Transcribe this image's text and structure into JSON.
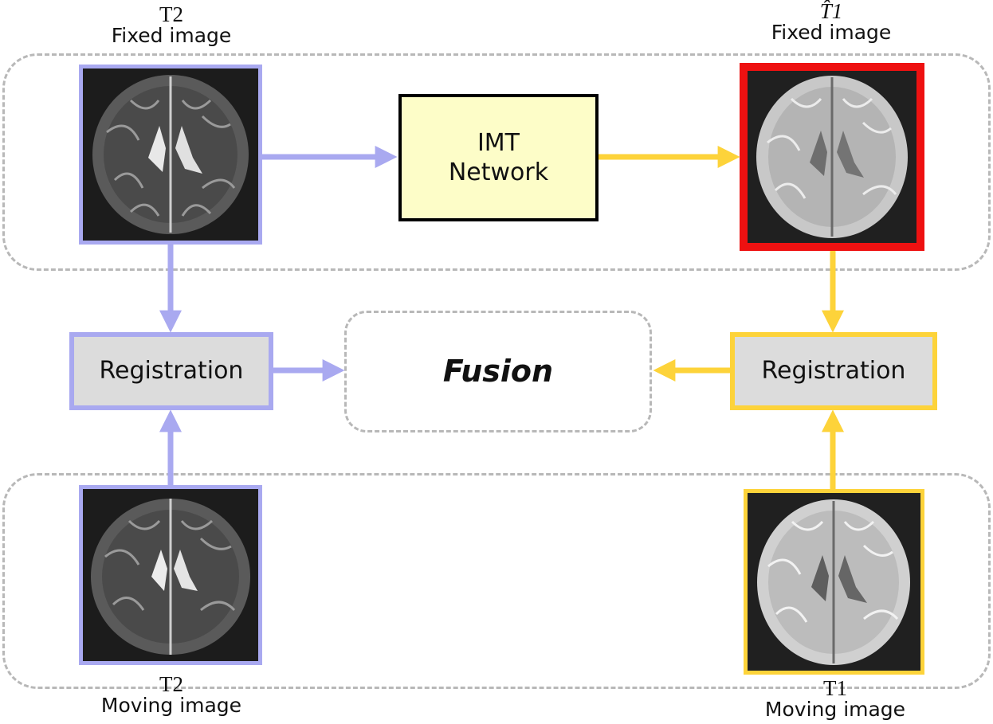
{
  "top_left": {
    "modality": "T2",
    "description": "Fixed image"
  },
  "top_right": {
    "modality": "T̂1",
    "description": "Fixed image"
  },
  "bottom_left": {
    "modality": "T2",
    "description": "Moving image"
  },
  "bottom_right": {
    "modality": "T1",
    "description": "Moving image"
  },
  "network": {
    "line1": "IMT",
    "line2": "Network"
  },
  "registration_left": {
    "label": "Registration"
  },
  "registration_right": {
    "label": "Registration"
  },
  "fusion": {
    "label": "Fusion"
  },
  "colors": {
    "t2_path": "#a9a9f0",
    "t1_path": "#fdd33a",
    "synthesized_frame": "#ee1111",
    "network_fill": "#fdfdc8",
    "registration_fill": "#dcdcdc",
    "group_border": "#b8b8b8"
  }
}
